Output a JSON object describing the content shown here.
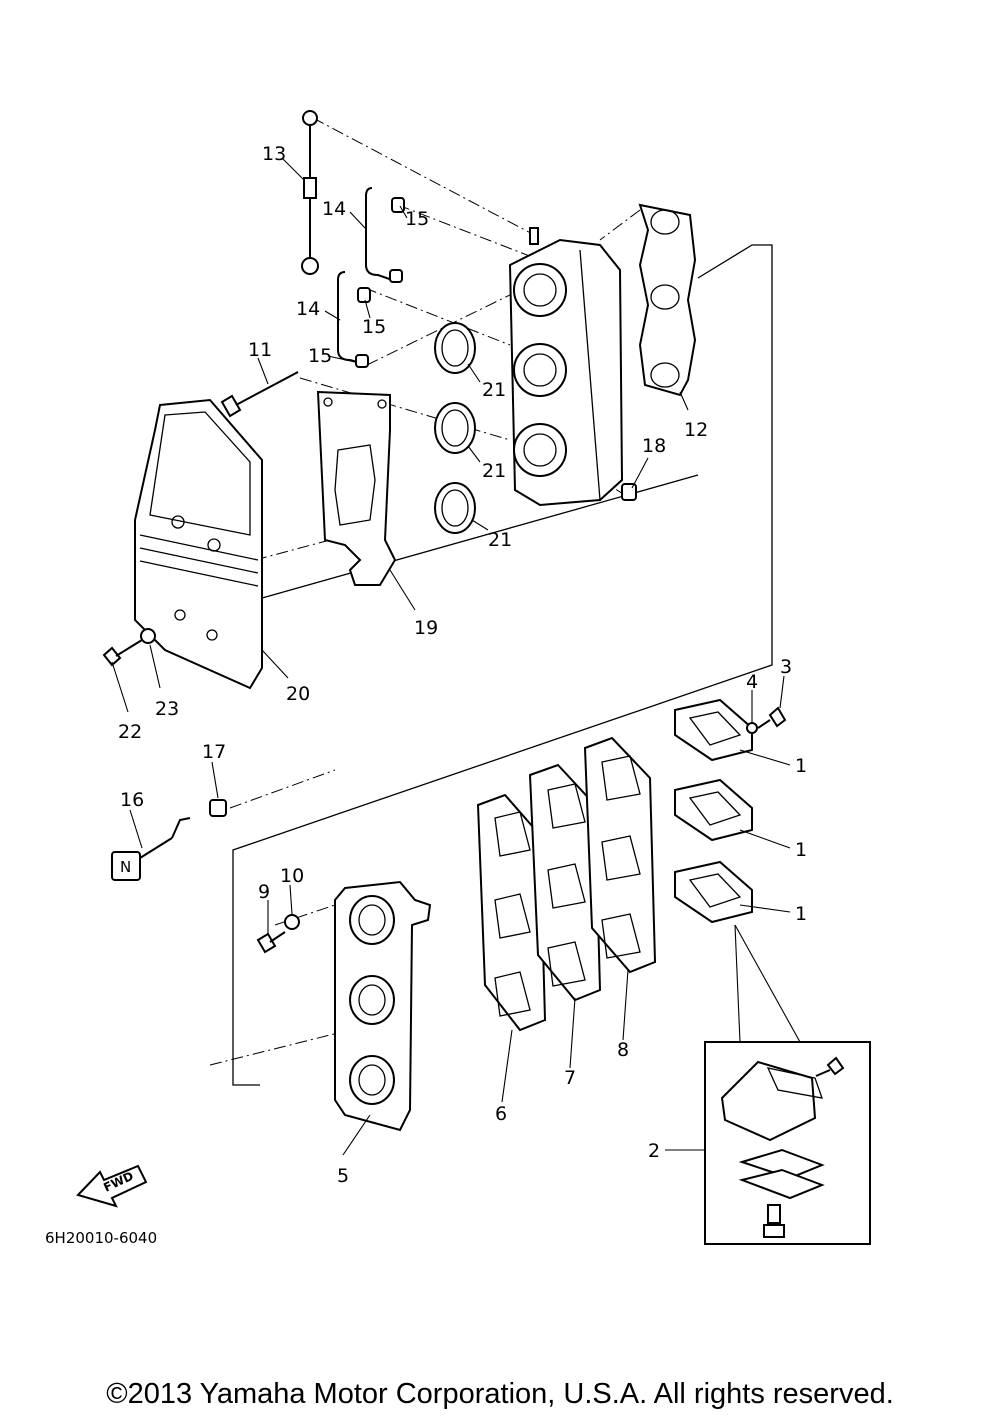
{
  "diagram": {
    "part_numbers": {
      "p1a": "1",
      "p1b": "1",
      "p1c": "1",
      "p2": "2",
      "p3": "3",
      "p4": "4",
      "p5": "5",
      "p6": "6",
      "p7": "7",
      "p8": "8",
      "p9": "9",
      "p10": "10",
      "p11": "11",
      "p12": "12",
      "p13": "13",
      "p14a": "14",
      "p14b": "14",
      "p15a": "15",
      "p15b": "15",
      "p15c": "15",
      "p16": "16",
      "p17": "17",
      "p18": "18",
      "p19": "19",
      "p20": "20",
      "p21a": "21",
      "p21b": "21",
      "p21c": "21",
      "p22": "22",
      "p23": "23"
    },
    "fwd_label": "FWD",
    "drawing_code": "6H20010-6040"
  },
  "footer": {
    "copyright": "©2013 Yamaha Motor Corporation, U.S.A. All rights reserved."
  }
}
